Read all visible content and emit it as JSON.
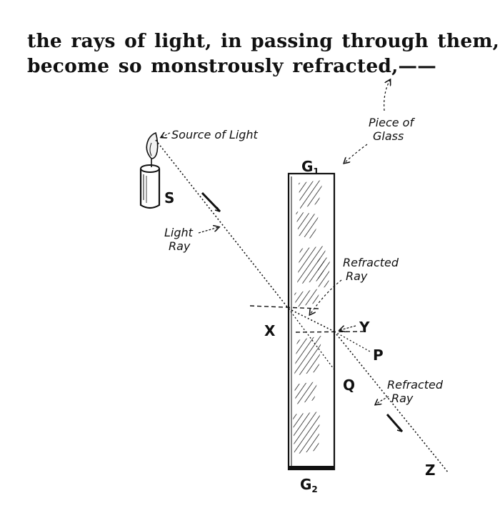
{
  "text": {
    "line1": "the rays of light, in passing through them,",
    "line2": "become so monstrously refracted,——"
  },
  "diagram": {
    "glass_label": "G",
    "glass_top_sub": "1",
    "glass_bottom_sub": "2",
    "candle_label": "S",
    "source_of_light": "Source of Light",
    "piece_of_glass_1": "Piece of",
    "piece_of_glass_2": "Glass",
    "light_ray_1": "Light",
    "light_ray_2": "Ray",
    "refracted_ray_upper_1": "Refracted",
    "refracted_ray_upper_2": "Ray",
    "refracted_ray_lower_1": "Refracted",
    "refracted_ray_lower_2": "Ray",
    "point_x": "X",
    "point_y": "Y",
    "point_p": "P",
    "point_q": "Q",
    "point_z": "Z"
  }
}
